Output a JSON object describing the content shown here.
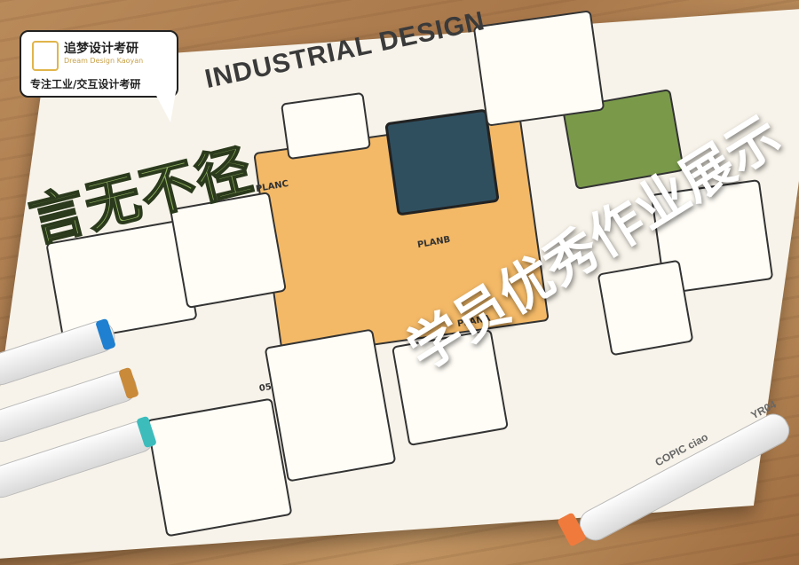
{
  "logo": {
    "name": "追梦设计考研",
    "english": "Dream Design Kaoyan",
    "subtitle": "专注工业/交互设计考研"
  },
  "header": {
    "industrial_design": "INDUSTRIAL DESIGN"
  },
  "sheet": {
    "main_title": "言无不径",
    "plan_b": "PLANC",
    "plan_a": "PLANA",
    "plan_b2": "PLANB",
    "section_05": "05"
  },
  "showcase": {
    "text": "学员优秀作业展示"
  },
  "marker": {
    "brand": "COPIC ciao",
    "code": "YR04"
  },
  "colors": {
    "accent_green": "#7a9a4a",
    "accent_orange": "#f3b967",
    "wood": "#b98a5a"
  }
}
